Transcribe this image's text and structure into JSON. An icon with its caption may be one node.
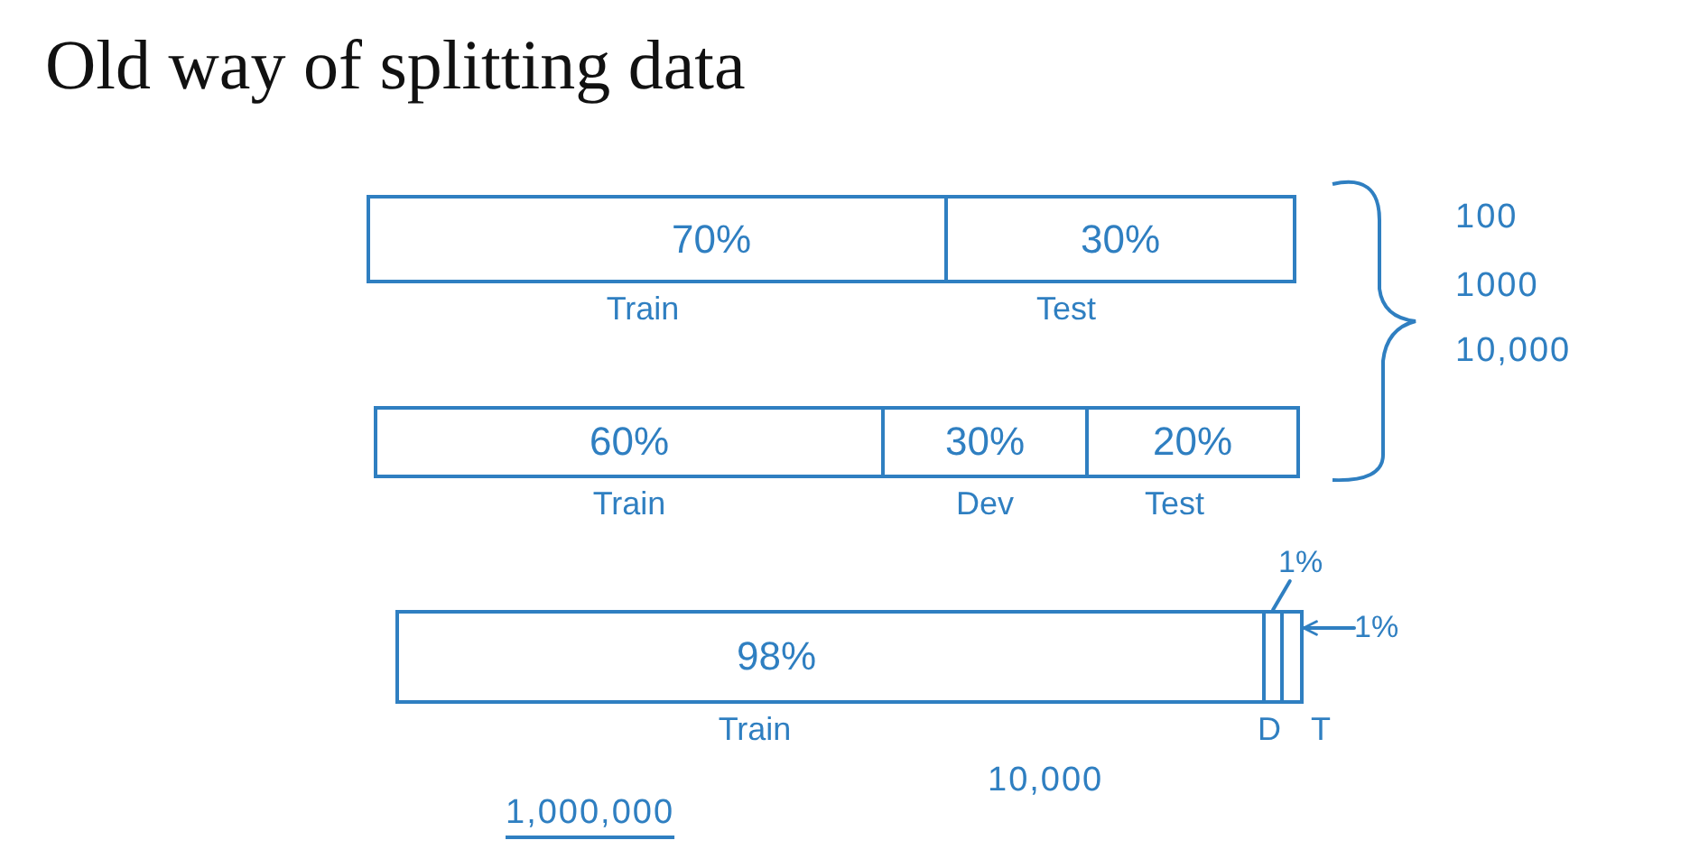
{
  "diagram": {
    "title": "Old way of splitting data",
    "nodes": [
      {
        "text": [
          "70%"
        ],
        "beside": [
          "Train"
        ]
      },
      {
        "text": [
          "30%"
        ],
        "beside": [
          "Test"
        ]
      },
      {
        "text": [
          "60%"
        ],
        "beside": [
          "Train"
        ]
      },
      {
        "text": [
          "30%"
        ],
        "beside": [
          "Dev"
        ]
      },
      {
        "text": [
          "20%"
        ],
        "beside": [
          "Test"
        ]
      },
      {
        "text": [
          "98%"
        ],
        "beside": [
          "Train"
        ]
      },
      {
        "text": [
          "1%"
        ]
      },
      {
        "text": [],
        "shape": "box",
        "beside": [
          "D"
        ]
      },
      {
        "text": [],
        "shape": "box",
        "beside": [
          "T"
        ]
      },
      {
        "text": [
          "1%"
        ]
      }
    ],
    "edges": [
      {
        "from": 6,
        "to": 7,
        "arrow": "none"
      },
      {
        "from": 9,
        "to": 8,
        "arrow": "to"
      }
    ],
    "labels": [
      "100",
      "1000",
      "10,000",
      "10,000",
      "1,000,000"
    ]
  }
}
